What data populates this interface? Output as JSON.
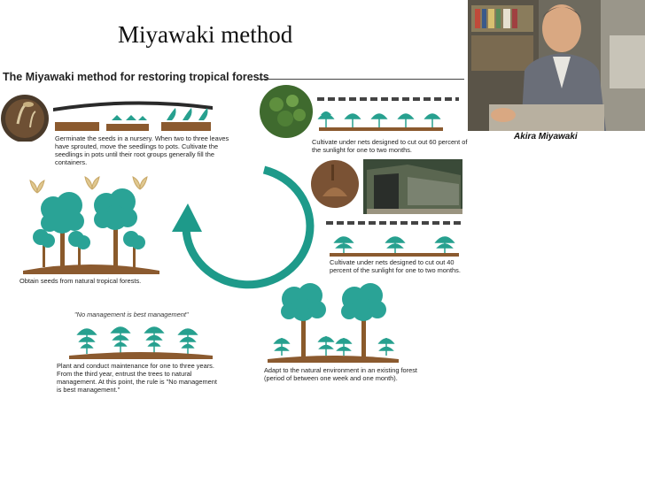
{
  "slide": {
    "title": "Miyawaki method"
  },
  "diagram": {
    "title": "The Miyawaki method for restoring tropical forests",
    "captions": {
      "nursery": "Germinate the seeds in a nursery. When two to three leaves have sprouted, move the seedlings to pots. Cultivate the seedlings in pots until their root groups generally fill the containers.",
      "nets60": "Cultivate under nets designed to cut out 60 percent of the sunlight for one to two months.",
      "nets40": "Cultivate under nets designed to cut out 40 percent of the sunlight for one to two months.",
      "seeds": "Obtain seeds from natural tropical forests.",
      "adapt": "Adapt to the natural environment in an existing forest (period of between one week and one month).",
      "plant": "Plant and conduct maintenance for one to three years. From the third year, entrust the trees to natural management. At this point, the rule is \"No management is best management.\""
    },
    "quote": "\"No management is best management\"",
    "colors": {
      "tree": "#2aa396",
      "trunk": "#8a5a2b",
      "ground": "#8b5a2f",
      "seedling": "#27a08f",
      "arrow": "#1e9a8a",
      "net": "#444444"
    }
  },
  "photo": {
    "caption": "Akira Miyawaki"
  }
}
